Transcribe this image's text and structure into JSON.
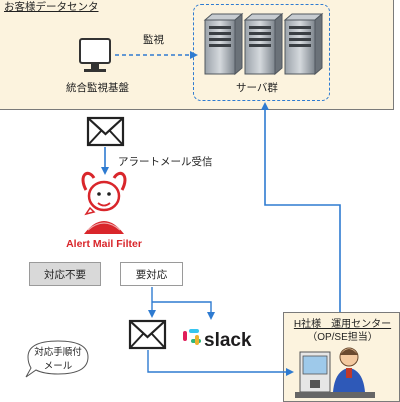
{
  "datacenter": {
    "label": "お客様データセンタ"
  },
  "monitoring_platform": {
    "label": "統合監視基盤",
    "icon": "monitor-icon"
  },
  "monitor_edge": {
    "label": "監視"
  },
  "server_group": {
    "label": "サーバ群",
    "icon": "server-rack-icon"
  },
  "alert_mail": {
    "label": "アラートメール受信",
    "icon": "envelope-icon"
  },
  "filter_product": {
    "name": "Alert Mail Filter",
    "mascot": "goat-mascot-icon"
  },
  "decisions": {
    "not_required": "対応不要",
    "required": "要対応"
  },
  "slack": {
    "label": "slack",
    "icon": "slack-icon"
  },
  "bubble": {
    "line1": "対応手順付",
    "line2": "メール"
  },
  "operations_center": {
    "label": "H社様　運用センター",
    "sub": "（OP/SE担当）",
    "icon": "operator-icon"
  },
  "colors": {
    "arrow": "#2e7bd1",
    "datacenter_fill": "#fcf3de",
    "filter_red": "#d9262b"
  }
}
